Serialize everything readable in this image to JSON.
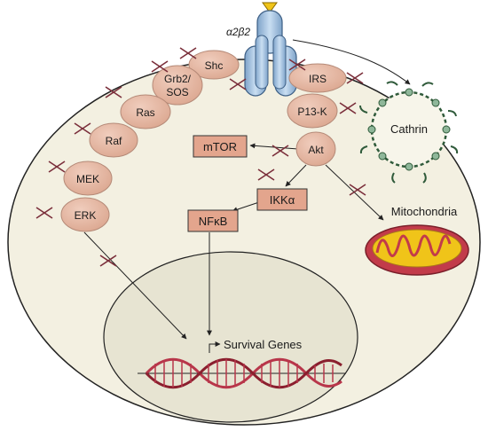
{
  "receptor_label": "α2β2",
  "left_pathway": [
    {
      "id": "shc",
      "label": "Shc"
    },
    {
      "id": "grb2",
      "label": "Grb2/",
      "label2": "SOS"
    },
    {
      "id": "ras",
      "label": "Ras"
    },
    {
      "id": "raf",
      "label": "Raf"
    },
    {
      "id": "mek",
      "label": "MEK"
    },
    {
      "id": "erk",
      "label": "ERK"
    }
  ],
  "right_pathway": [
    {
      "id": "irs",
      "label": "IRS"
    },
    {
      "id": "pi3k",
      "label": "P13-K"
    },
    {
      "id": "akt",
      "label": "Akt"
    }
  ],
  "boxes": {
    "mtor": "mTOR",
    "ikk": "IKKα",
    "nfkb": "NFκB"
  },
  "organelles": {
    "clathrin": "Cathrin",
    "mitochondria": "Mitochondria"
  },
  "nucleus": {
    "genes": "Survival Genes"
  },
  "colors": {
    "cell_fill": "#f3f0e1",
    "nucleus_fill": "#e7e4d2",
    "protein_fill": "#e6b8a2",
    "protein_stroke": "#b58a78",
    "box_fill": "#e3a58d",
    "receptor_fill": "#a9c6e3",
    "mito_outer": "#c23b4a",
    "mito_inner": "#f0c419",
    "dna": "#b8364a",
    "inhibitor": "#7a2e3a"
  }
}
